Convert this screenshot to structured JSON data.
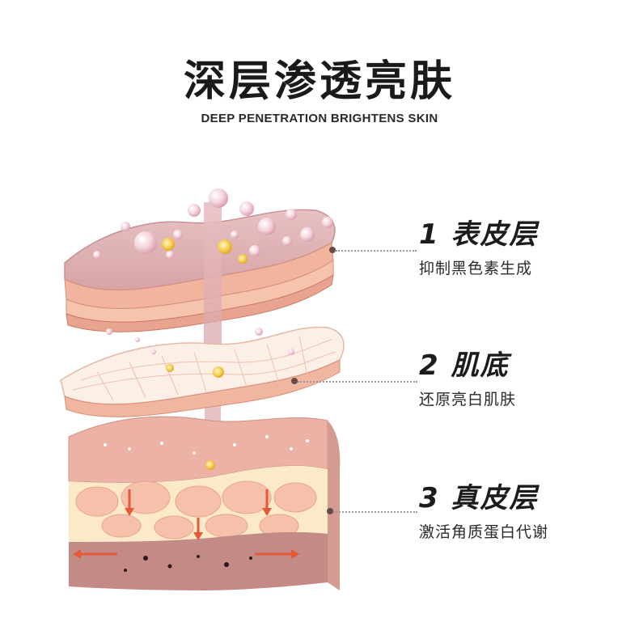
{
  "header": {
    "title": "深层渗透亮肤",
    "subtitle": "DEEP PENETRATION BRIGHTENS SKIN"
  },
  "layers": [
    {
      "number": "1",
      "name": "表皮层",
      "description": "抑制黑色素生成"
    },
    {
      "number": "2",
      "name": "肌底",
      "description": "还原亮白肌肤"
    },
    {
      "number": "3",
      "name": "真皮层",
      "description": "激活角质蛋白代谢"
    }
  ],
  "colors": {
    "epidermis_top": "#d9aeb0",
    "epidermis_band": "#f2b6a0",
    "mesh_layer": "#fcefe6",
    "dermis_top": "#eab1a4",
    "fat_cells": "#f6c1aa",
    "fat_bg": "#fbe9c8",
    "bottom_layer": "#c48a86",
    "arrow_red": "#e5583a",
    "bubble": "#eec8d2",
    "gold_particle": "#f4c542"
  }
}
